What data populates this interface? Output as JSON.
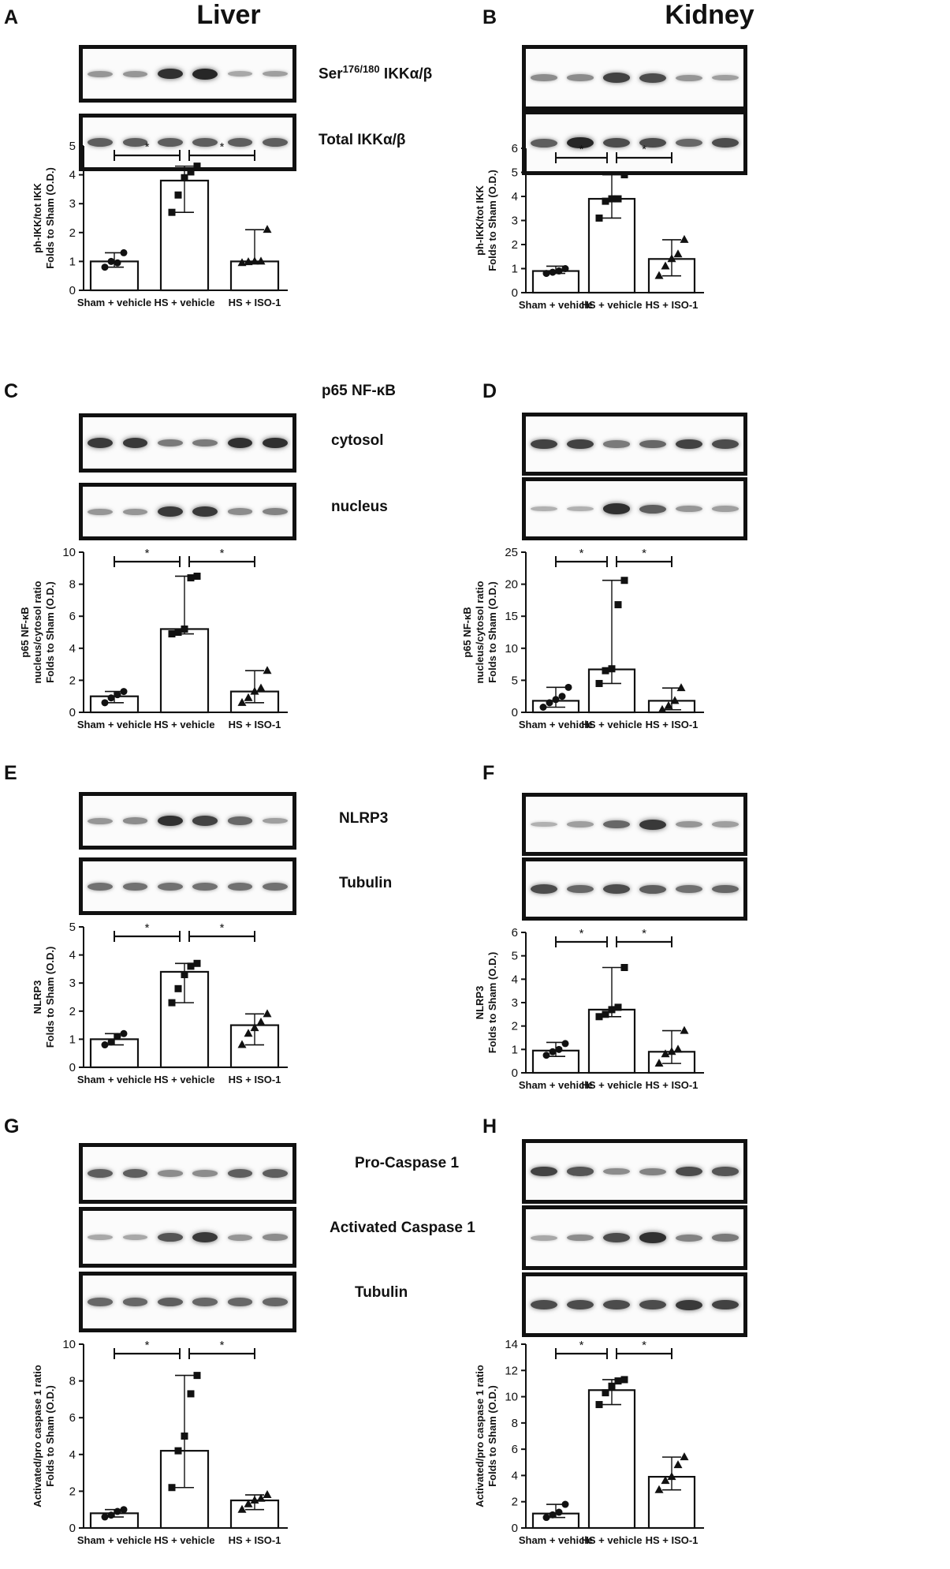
{
  "titles": {
    "left": "Liver",
    "right": "Kidney"
  },
  "panel_letters": {
    "A": "A",
    "B": "B",
    "C": "C",
    "D": "D",
    "E": "E",
    "F": "F",
    "G": "G",
    "H": "H"
  },
  "blot_labels": {
    "A_top_prefix": "Ser",
    "A_top_sup": "176/180",
    "A_top_suffix": " IKKα/β",
    "A_bottom": "Total IKKα/β",
    "C_header": "p65 NF-κB",
    "C_top": "cytosol",
    "C_bottom": "nucleus",
    "E_top": "NLRP3",
    "E_bottom": "Tubulin",
    "G_top": "Pro-Caspase 1",
    "G_mid": "Activated Caspase 1",
    "G_bottom": "Tubulin"
  },
  "colors": {
    "bar_fill": "#ffffff",
    "ink": "#111111"
  },
  "chart_data": [
    {
      "id": "A",
      "type": "bar",
      "categories": [
        "Sham + vehicle",
        "HS + vehicle",
        "HS + ISO-1"
      ],
      "values": [
        1.0,
        3.8,
        1.0
      ],
      "error_low": [
        0.8,
        2.7,
        0.95
      ],
      "error_high": [
        1.3,
        4.3,
        2.1
      ],
      "points": [
        [
          0.8,
          1.0,
          0.95,
          1.3
        ],
        [
          2.7,
          3.3,
          3.9,
          4.1,
          4.3
        ],
        [
          0.95,
          0.98,
          1.0,
          1.0,
          2.1
        ]
      ],
      "markers": [
        "circle",
        "square",
        "triangle"
      ],
      "ylim": [
        0,
        5
      ],
      "yticks": [
        0,
        1,
        2,
        3,
        4,
        5
      ],
      "ylabel_lines": [
        "ph-IKK/tot IKK",
        "Folds to Sham (O.D.)"
      ],
      "significance": [
        "*",
        "*"
      ]
    },
    {
      "id": "B",
      "type": "bar",
      "categories": [
        "Sham + vehicle",
        "HS + vehicle",
        "HS + ISO-1"
      ],
      "values": [
        0.9,
        3.9,
        1.4
      ],
      "error_low": [
        0.8,
        3.1,
        0.7
      ],
      "error_high": [
        1.1,
        4.9,
        2.2
      ],
      "points": [
        [
          0.8,
          0.85,
          0.9,
          1.0
        ],
        [
          3.1,
          3.8,
          3.9,
          3.9,
          4.9
        ],
        [
          0.7,
          1.1,
          1.4,
          1.6,
          2.2
        ]
      ],
      "markers": [
        "circle",
        "square",
        "triangle"
      ],
      "ylim": [
        0,
        6
      ],
      "yticks": [
        0,
        1,
        2,
        3,
        4,
        5,
        6
      ],
      "ylabel_lines": [
        "ph-IKK/tot IKK",
        "Folds to Sham (O.D.)"
      ],
      "significance": [
        "*",
        "*"
      ]
    },
    {
      "id": "C",
      "type": "bar",
      "categories": [
        "Sham + vehicle",
        "HS + vehicle",
        "HS + ISO-1"
      ],
      "values": [
        1.0,
        5.2,
        1.3
      ],
      "error_low": [
        0.6,
        4.9,
        0.6
      ],
      "error_high": [
        1.3,
        8.5,
        2.6
      ],
      "points": [
        [
          0.6,
          0.9,
          1.1,
          1.3
        ],
        [
          4.9,
          5.0,
          5.2,
          8.4,
          8.5
        ],
        [
          0.6,
          0.9,
          1.3,
          1.5,
          2.6
        ]
      ],
      "markers": [
        "circle",
        "square",
        "triangle"
      ],
      "ylim": [
        0,
        10
      ],
      "yticks": [
        0,
        2,
        4,
        6,
        8,
        10
      ],
      "ylabel_lines": [
        "p65 NF-κB",
        "nucleus/cytosol ratio",
        "Folds to Sham (O.D.)"
      ],
      "significance": [
        "*",
        "*"
      ]
    },
    {
      "id": "D",
      "type": "bar",
      "categories": [
        "Sham + vehicle",
        "HS + vehicle",
        "HS + ISO-1"
      ],
      "values": [
        1.8,
        6.7,
        1.8
      ],
      "error_low": [
        0.8,
        4.5,
        0.4
      ],
      "error_high": [
        3.9,
        20.6,
        3.8
      ],
      "points": [
        [
          0.8,
          1.5,
          2.0,
          2.5,
          3.9
        ],
        [
          4.5,
          6.5,
          6.8,
          16.8,
          20.6
        ],
        [
          0.4,
          1.0,
          1.8,
          3.8
        ]
      ],
      "markers": [
        "circle",
        "square",
        "triangle"
      ],
      "ylim": [
        0,
        25
      ],
      "yticks": [
        0,
        5,
        10,
        15,
        20,
        25
      ],
      "ylabel_lines": [
        "p65 NF-κB",
        "nucleus/cytosol ratio",
        "Folds to Sham (O.D.)"
      ],
      "significance": [
        "*",
        "*"
      ]
    },
    {
      "id": "E",
      "type": "bar",
      "categories": [
        "Sham + vehicle",
        "HS + vehicle",
        "HS + ISO-1"
      ],
      "values": [
        1.0,
        3.4,
        1.5
      ],
      "error_low": [
        0.8,
        2.3,
        0.8
      ],
      "error_high": [
        1.2,
        3.7,
        1.9
      ],
      "points": [
        [
          0.8,
          0.9,
          1.1,
          1.2
        ],
        [
          2.3,
          2.8,
          3.3,
          3.6,
          3.7
        ],
        [
          0.8,
          1.2,
          1.4,
          1.6,
          1.9
        ]
      ],
      "markers": [
        "circle",
        "square",
        "triangle"
      ],
      "ylim": [
        0,
        5
      ],
      "yticks": [
        0,
        1,
        2,
        3,
        4,
        5
      ],
      "ylabel_lines": [
        "NLRP3",
        "Folds to Sham (O.D.)"
      ],
      "significance": [
        "*",
        "*"
      ]
    },
    {
      "id": "F",
      "type": "bar",
      "categories": [
        "Sham + vehicle",
        "HS + vehicle",
        "HS + ISO-1"
      ],
      "values": [
        0.95,
        2.7,
        0.9
      ],
      "error_low": [
        0.7,
        2.4,
        0.4
      ],
      "error_high": [
        1.3,
        4.5,
        1.8
      ],
      "points": [
        [
          0.75,
          0.9,
          1.0,
          1.25
        ],
        [
          2.4,
          2.5,
          2.7,
          2.8,
          4.5
        ],
        [
          0.4,
          0.8,
          0.9,
          1.0,
          1.8
        ]
      ],
      "markers": [
        "circle",
        "square",
        "triangle"
      ],
      "ylim": [
        0,
        6
      ],
      "yticks": [
        0,
        1,
        2,
        3,
        4,
        5,
        6
      ],
      "ylabel_lines": [
        "NLRP3",
        "Folds to Sham (O.D.)"
      ],
      "significance": [
        "*",
        "*"
      ]
    },
    {
      "id": "G",
      "type": "bar",
      "categories": [
        "Sham + vehicle",
        "HS + vehicle",
        "HS + ISO-1"
      ],
      "values": [
        0.8,
        4.2,
        1.5
      ],
      "error_low": [
        0.6,
        2.2,
        1.0
      ],
      "error_high": [
        1.0,
        8.3,
        1.8
      ],
      "points": [
        [
          0.6,
          0.7,
          0.9,
          1.0
        ],
        [
          2.2,
          4.2,
          5.0,
          7.3,
          8.3
        ],
        [
          1.0,
          1.3,
          1.5,
          1.6,
          1.8
        ]
      ],
      "markers": [
        "circle",
        "square",
        "triangle"
      ],
      "ylim": [
        0,
        10
      ],
      "yticks": [
        0,
        2,
        4,
        6,
        8,
        10
      ],
      "ylabel_lines": [
        "Activated/pro caspase 1 ratio",
        "Folds to Sham (O.D.)"
      ],
      "significance": [
        "*",
        "*"
      ]
    },
    {
      "id": "H",
      "type": "bar",
      "categories": [
        "Sham + vehicle",
        "HS + vehicle",
        "HS + ISO-1"
      ],
      "values": [
        1.1,
        10.5,
        3.9
      ],
      "error_low": [
        0.8,
        9.4,
        2.9
      ],
      "error_high": [
        1.8,
        11.3,
        5.4
      ],
      "points": [
        [
          0.8,
          1.0,
          1.2,
          1.8
        ],
        [
          9.4,
          10.3,
          10.8,
          11.2,
          11.3
        ],
        [
          2.9,
          3.6,
          3.9,
          4.8,
          5.4
        ]
      ],
      "markers": [
        "circle",
        "square",
        "triangle"
      ],
      "ylim": [
        0,
        14
      ],
      "yticks": [
        0,
        2,
        4,
        6,
        8,
        10,
        12,
        14
      ],
      "ylabel_lines": [
        "Activated/pro caspase 1 ratio",
        "Folds to Sham (O.D.)"
      ],
      "significance": [
        "*",
        "*"
      ]
    }
  ]
}
